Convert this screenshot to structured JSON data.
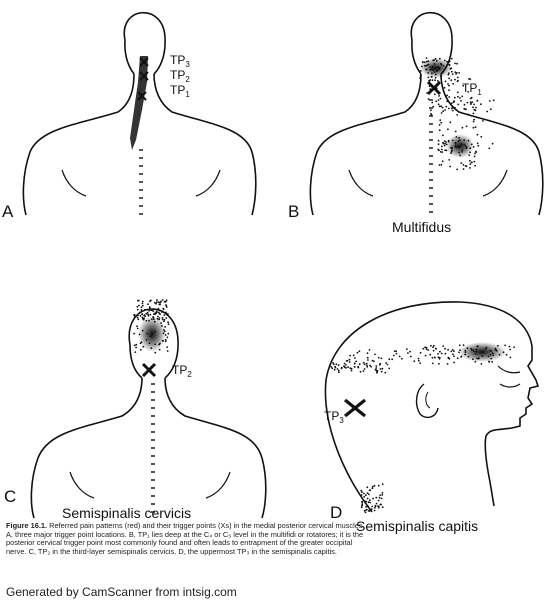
{
  "panels": [
    {
      "letter": "A",
      "muscle": "",
      "labels": [
        "TP",
        "TP",
        "TP"
      ],
      "subs": [
        "3",
        "2",
        "1"
      ]
    },
    {
      "letter": "B",
      "muscle": "Multifidus",
      "labels": [
        "TP"
      ],
      "subs": [
        "1"
      ]
    },
    {
      "letter": "C",
      "muscle": "Semispinalis cervicis",
      "labels": [
        "TP"
      ],
      "subs": [
        "2"
      ]
    },
    {
      "letter": "D",
      "muscle": "Semispinalis capitis",
      "labels": [
        "TP"
      ],
      "subs": [
        "3"
      ]
    }
  ],
  "caption": {
    "figure_label": "Figure 16.1.",
    "lines": [
      "Referred pain patterns (red) and their trigger points (Xs) in the medial posterior cervical muscles.",
      "A, three major trigger point locations. B, TP₁ lies deep at the C₄ or C₅ level in the multifidi or rotatores; it is the",
      "posterior cervical trigger point most commonly found and often leads to entrapment of the greater occipital",
      "nerve. C, TP₂ in the third-layer semispinalis cervicis. D, the uppermost TP₃ in the semispinalis capitis."
    ]
  },
  "footer": "Generated by CamScanner from intsig.com",
  "colors": {
    "ink": "#111111",
    "paper": "#ffffff"
  }
}
